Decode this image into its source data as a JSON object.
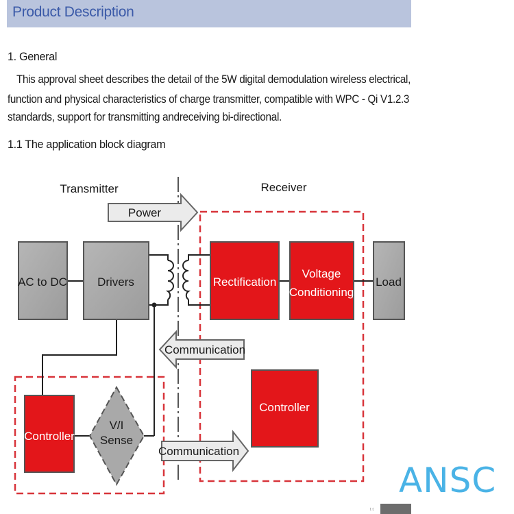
{
  "header": {
    "title": "Product Description"
  },
  "document": {
    "section_heading": "1. General",
    "paragraph_lines": [
      "This approval sheet describes the detail of the 5W digital demodulation wireless electrical,",
      "function and physical characteristics of charge transmitter, compatible with WPC - Qi V1.2.3",
      "standards, support for transmitting andreceiving bi-directional."
    ],
    "subsection_heading": "1.1 The application block diagram"
  },
  "diagram": {
    "transmitter_label": "Transmitter",
    "receiver_label": "Receiver",
    "power_arrow": "Power",
    "ac_to_dc": "AC to DC",
    "drivers": "Drivers",
    "rectification": "Rectification",
    "voltage_conditioning": [
      "Voltage",
      "Conditioning"
    ],
    "load": "Load",
    "communication_left": "Communication",
    "communication_right": "Communication",
    "rx_controller": "Controller",
    "tx_controller": "Controller",
    "vi_sense": [
      "V/I",
      "Sense"
    ],
    "colors": {
      "gray_block": "#a9a9a9",
      "red_block": "#e3161a",
      "dashed_border": "#d8343a"
    }
  },
  "watermark": {
    "text": "ANSC"
  },
  "corner_mark": {
    "text": "t t"
  }
}
